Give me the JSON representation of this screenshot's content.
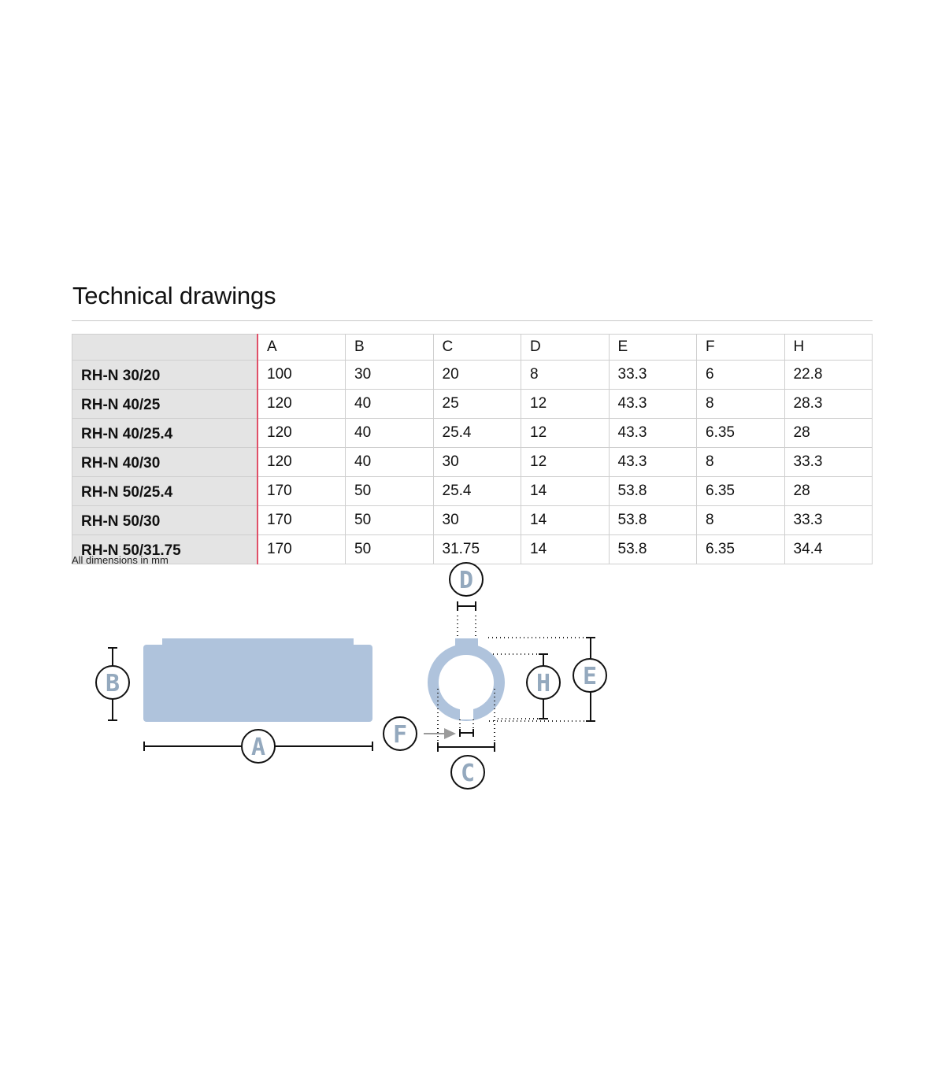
{
  "title": "Technical drawings",
  "table": {
    "columns": [
      "A",
      "B",
      "C",
      "D",
      "E",
      "F",
      "H"
    ],
    "rows": [
      {
        "model": "RH-N 30/20",
        "values": [
          "100",
          "30",
          "20",
          "8",
          "33.3",
          "6",
          "22.8"
        ]
      },
      {
        "model": "RH-N 40/25",
        "values": [
          "120",
          "40",
          "25",
          "12",
          "43.3",
          "8",
          "28.3"
        ]
      },
      {
        "model": "RH-N 40/25.4",
        "values": [
          "120",
          "40",
          "25.4",
          "12",
          "43.3",
          "6.35",
          "28"
        ]
      },
      {
        "model": "RH-N 40/30",
        "values": [
          "120",
          "40",
          "30",
          "12",
          "43.3",
          "8",
          "33.3"
        ]
      },
      {
        "model": "RH-N 50/25.4",
        "values": [
          "170",
          "50",
          "25.4",
          "14",
          "53.8",
          "6.35",
          "28"
        ]
      },
      {
        "model": "RH-N 50/30",
        "values": [
          "170",
          "50",
          "30",
          "14",
          "53.8",
          "8",
          "33.3"
        ]
      },
      {
        "model": "RH-N 50/31.75",
        "values": [
          "170",
          "50",
          "31.75",
          "14",
          "53.8",
          "6.35",
          "34.4"
        ]
      }
    ]
  },
  "footnote": "All dimensions in mm",
  "drawing": {
    "labels": {
      "A": "A",
      "B": "B",
      "C": "C",
      "D": "D",
      "E": "E",
      "F": "F",
      "H": "H"
    }
  },
  "colors": {
    "part_fill": "#afc3dc",
    "label_text": "#94a9be",
    "accent_divider": "#e05068",
    "header_bg": "#e4e4e4",
    "arrow": "#9a9a9a"
  }
}
